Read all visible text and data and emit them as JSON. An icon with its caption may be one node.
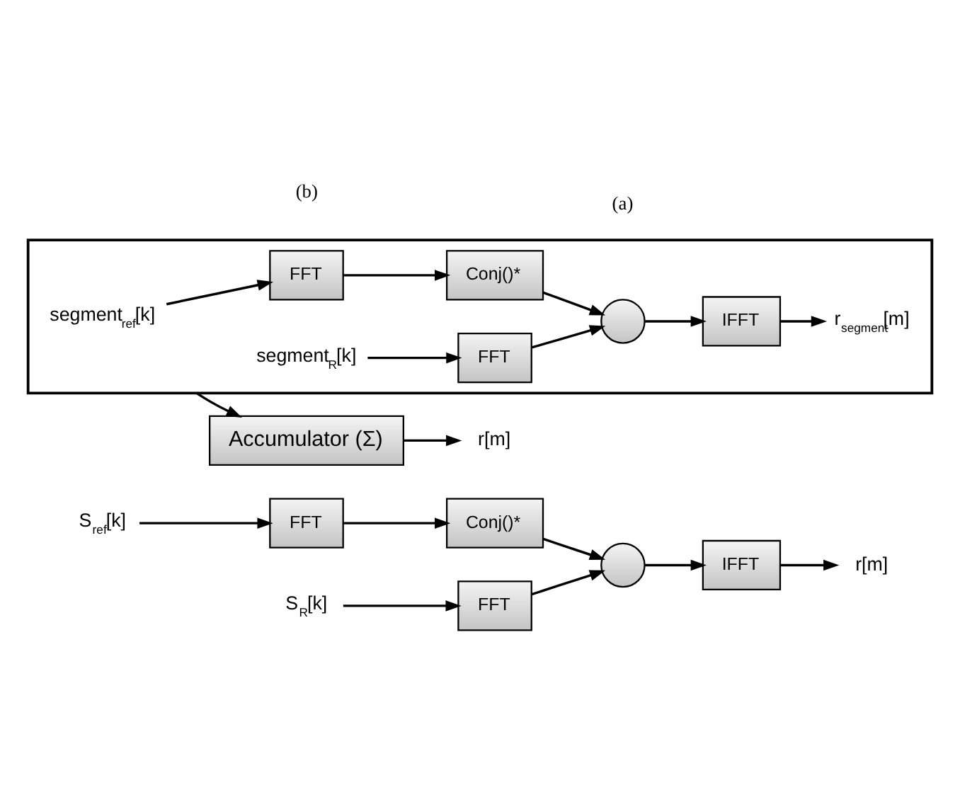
{
  "diagram": {
    "nodes": [
      {
        "text": [
          "S$_{ref}$[k]"
        ]
      },
      {
        "text": [
          "FFT"
        ]
      },
      {
        "text": [
          "Conj()*"
        ]
      },
      {
        "text": [
          "S$_{R}$[k]"
        ]
      },
      {
        "text": [
          "FFT"
        ]
      },
      {
        "text": [],
        "shape": "circle"
      },
      {
        "text": [
          "IFFT"
        ]
      },
      {
        "text": [
          "r[m]"
        ]
      },
      {
        "text": [],
        "shape": "box"
      },
      {
        "text": [
          "segment$_{ref}$[k]"
        ],
        "in": 8
      },
      {
        "text": [
          "FFT"
        ],
        "in": 8
      },
      {
        "text": [
          "Conj()*"
        ],
        "in": 8
      },
      {
        "text": [
          "segment$_{R}$[k]"
        ],
        "in": 8
      },
      {
        "text": [
          "FFT"
        ],
        "in": 8
      },
      {
        "text": [],
        "shape": "circle",
        "in": 8
      },
      {
        "text": [
          "IFFT"
        ],
        "in": 8
      },
      {
        "text": [
          "r$_{segment}$[m]"
        ],
        "in": 8
      },
      {
        "text": [
          "Accumulator (Σ)"
        ]
      },
      {
        "text": [
          "r[m]"
        ]
      }
    ],
    "edges": [
      {
        "from": 0,
        "to": 1,
        "arrow": "to"
      },
      {
        "from": 1,
        "to": 2,
        "arrow": "to"
      },
      {
        "from": 2,
        "to": 5,
        "arrow": "to"
      },
      {
        "from": 3,
        "to": 4,
        "arrow": "to"
      },
      {
        "from": 4,
        "to": 5,
        "arrow": "to"
      },
      {
        "from": 5,
        "to": 6,
        "arrow": "to"
      },
      {
        "from": 6,
        "to": 7,
        "arrow": "to"
      },
      {
        "from": 9,
        "to": 10,
        "arrow": "to"
      },
      {
        "from": 10,
        "to": 11,
        "arrow": "to"
      },
      {
        "from": 11,
        "to": 14,
        "arrow": "to"
      },
      {
        "from": 12,
        "to": 13,
        "arrow": "to"
      },
      {
        "from": 13,
        "to": 14,
        "arrow": "to"
      },
      {
        "from": 14,
        "to": 15,
        "arrow": "to"
      },
      {
        "from": 15,
        "to": 16,
        "arrow": "to"
      },
      {
        "from": 8,
        "to": 17,
        "arrow": "to"
      },
      {
        "from": 17,
        "to": 18,
        "arrow": "to"
      }
    ],
    "labels": [
      "(a)",
      "(b)"
    ]
  }
}
